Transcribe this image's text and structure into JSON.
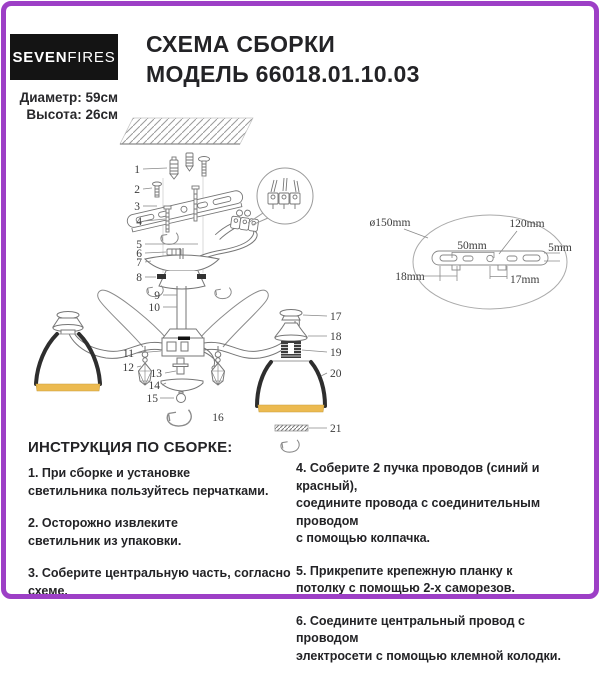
{
  "frame": {
    "accent_color": "#9d3fc6"
  },
  "header": {
    "logo_bold": "SEVEN",
    "logo_light": "FIRES",
    "title_line1": "СХЕМА СБОРКИ",
    "title_line2": "МОДЕЛЬ 66018.01.10.03",
    "diameter_label": "Диаметр: 59см",
    "height_label": "Высота: 26см"
  },
  "diagram": {
    "colors": {
      "gold_rim": "#ecba50",
      "line": "#767676",
      "shade_dark": "#2e2e2e"
    },
    "parts": [
      "1",
      "2",
      "3",
      "4",
      "5",
      "6",
      "7",
      "8",
      "9",
      "10",
      "11",
      "12",
      "13",
      "14",
      "15",
      "16",
      "17",
      "18",
      "19",
      "20",
      "21"
    ],
    "detail": {
      "d150": "ø150mm",
      "d120": "120mm",
      "d50": "50mm",
      "d5": "5mm",
      "d18": "18mm",
      "d17": "17mm"
    }
  },
  "instructions": {
    "heading": "ИНСТРУКЦИЯ ПО СБОРКЕ:",
    "items_left": [
      "1. При сборке и установке\nсветильника пользуйтесь перчатками.",
      "2. Осторожно извлеките\nсветильник из упаковки.",
      "3. Соберите центральную часть, согласно схеме."
    ],
    "items_right": [
      "4. Соберите 2 пучка проводов (синий и красный),\nсоедините провода с соединительным проводом\nс помощью колпачка.",
      "5. Прикрепите крепежную планку к\nпотолку с помощью 2-х саморезов.",
      "6. Соедините центральный провод с проводом\nэлектросети с помощью клемной колодки."
    ]
  }
}
